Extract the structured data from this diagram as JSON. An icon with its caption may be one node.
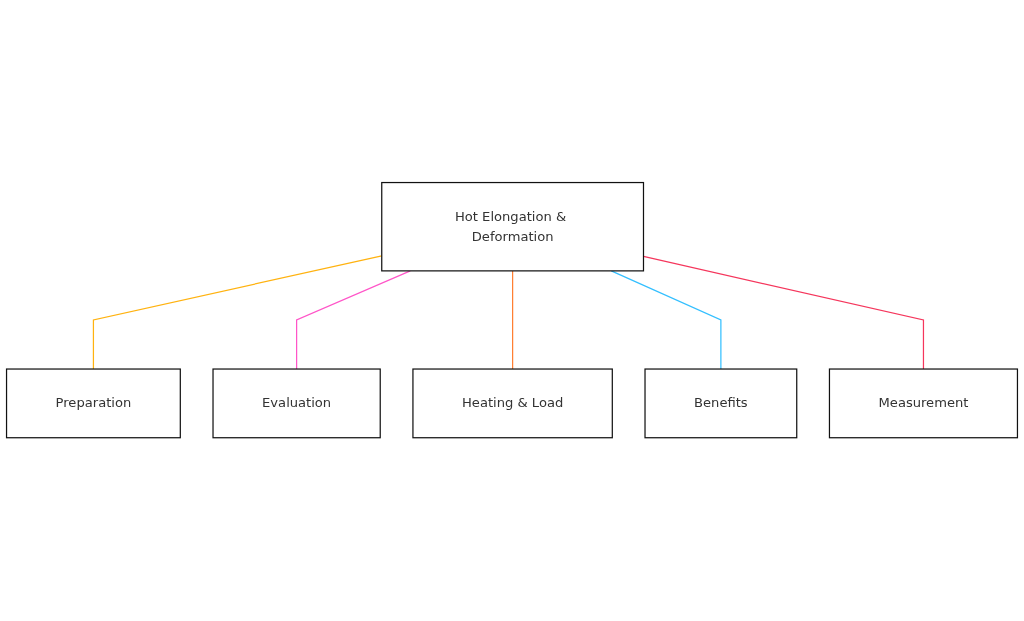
{
  "diagram": {
    "nodes": [
      {
        "text": [
          "Hot Elongation & Deformation"
        ]
      },
      {
        "text": [
          "Preparation"
        ]
      },
      {
        "text": [
          "Heating & Load"
        ]
      },
      {
        "text": [
          "Measurement"
        ]
      },
      {
        "text": [
          "Evaluation"
        ]
      },
      {
        "text": [
          "Benefits"
        ]
      }
    ],
    "edges": [
      {
        "from": 0,
        "to": 1,
        "arrow": "none",
        "color": "#ffb20f"
      },
      {
        "from": 0,
        "to": 4,
        "arrow": "none",
        "color": "#ff55c8"
      },
      {
        "from": 0,
        "to": 2,
        "arrow": "none",
        "color": "#ff7f33"
      },
      {
        "from": 0,
        "to": 5,
        "arrow": "none",
        "color": "#33bfff"
      },
      {
        "from": 0,
        "to": 3,
        "arrow": "none",
        "color": "#f5365c"
      }
    ]
  }
}
